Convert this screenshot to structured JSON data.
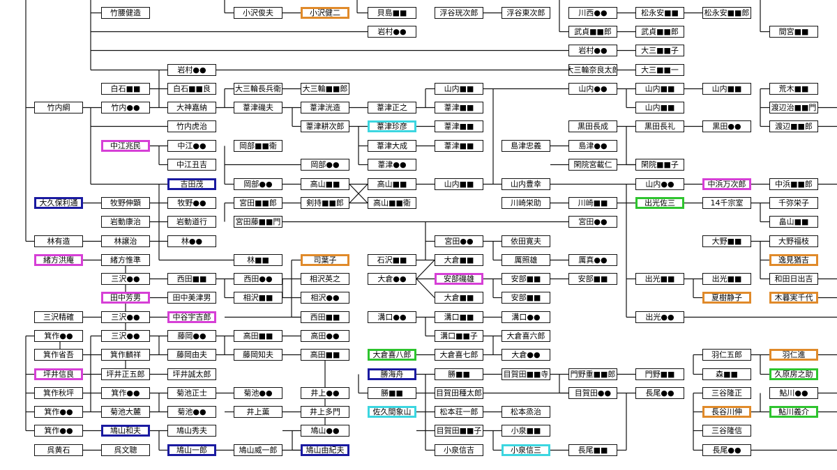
{
  "nodes": [
    {
      "id": "n1",
      "label": "竹腰健造",
      "c": "k"
    },
    {
      "id": "n2",
      "label": "小沢俊夫",
      "c": "k"
    },
    {
      "id": "n3",
      "label": "小沢健二",
      "c": "o"
    },
    {
      "id": "n4",
      "label": "貝島■■",
      "c": "k"
    },
    {
      "id": "n5",
      "label": "浮谷珖次郎",
      "c": "k"
    },
    {
      "id": "n6",
      "label": "浮谷東次郎",
      "c": "k"
    },
    {
      "id": "n7",
      "label": "川西●●",
      "c": "k"
    },
    {
      "id": "n8",
      "label": "松永安■■",
      "c": "k"
    },
    {
      "id": "n9",
      "label": "松永安■■郎",
      "c": "k"
    },
    {
      "id": "n10",
      "label": "岩村●●",
      "c": "k"
    },
    {
      "id": "n11",
      "label": "武貞■■郎",
      "c": "k"
    },
    {
      "id": "n12",
      "label": "武貞■■郎",
      "c": "k"
    },
    {
      "id": "n13",
      "label": "間宮■■",
      "c": "k"
    },
    {
      "id": "n14",
      "label": "岩村●●",
      "c": "k"
    },
    {
      "id": "n15",
      "label": "大三■■子",
      "c": "k"
    },
    {
      "id": "n16",
      "label": "大三輪奈良太郎",
      "c": "k"
    },
    {
      "id": "n17",
      "label": "大三■■一",
      "c": "k"
    },
    {
      "id": "n18",
      "label": "岩村●●",
      "c": "k"
    },
    {
      "id": "n19",
      "label": "白石■■",
      "c": "k"
    },
    {
      "id": "n20",
      "label": "白石■■良",
      "c": "k"
    },
    {
      "id": "n21",
      "label": "大三輪長兵衛",
      "c": "k"
    },
    {
      "id": "n22",
      "label": "大三輪■■郎",
      "c": "k"
    },
    {
      "id": "n23",
      "label": "山内■■",
      "c": "k"
    },
    {
      "id": "n24",
      "label": "山内●●",
      "c": "k"
    },
    {
      "id": "n25",
      "label": "山内■■",
      "c": "k"
    },
    {
      "id": "n26",
      "label": "山内■■",
      "c": "k"
    },
    {
      "id": "n27",
      "label": "荒木■■",
      "c": "k"
    },
    {
      "id": "n28",
      "label": "竹内綱",
      "c": "k"
    },
    {
      "id": "n29",
      "label": "竹内●●",
      "c": "k"
    },
    {
      "id": "n30",
      "label": "大神嘉納",
      "c": "k"
    },
    {
      "id": "n31",
      "label": "葦津磯夫",
      "c": "k"
    },
    {
      "id": "n32",
      "label": "葦津洸造",
      "c": "k"
    },
    {
      "id": "n33",
      "label": "葦津正之",
      "c": "k"
    },
    {
      "id": "n34",
      "label": "葦津■■",
      "c": "k"
    },
    {
      "id": "n35",
      "label": "山内■■",
      "c": "k"
    },
    {
      "id": "n36",
      "label": "渡辺治■■門",
      "c": "k"
    },
    {
      "id": "n37",
      "label": "竹内虎治",
      "c": "k"
    },
    {
      "id": "n38",
      "label": "葦津耕次郎",
      "c": "k"
    },
    {
      "id": "n39",
      "label": "葦津珍彦",
      "c": "c"
    },
    {
      "id": "n40",
      "label": "葦津■■",
      "c": "k"
    },
    {
      "id": "n41",
      "label": "黒田長成",
      "c": "k"
    },
    {
      "id": "n42",
      "label": "黒田長礼",
      "c": "k"
    },
    {
      "id": "n43",
      "label": "黒田●●",
      "c": "k"
    },
    {
      "id": "n44",
      "label": "渡辺■■郎",
      "c": "k"
    },
    {
      "id": "n45",
      "label": "中江兆民",
      "c": "m"
    },
    {
      "id": "n46",
      "label": "中江●●",
      "c": "k"
    },
    {
      "id": "n47",
      "label": "岡部■■衛",
      "c": "k"
    },
    {
      "id": "n48",
      "label": "葦津大成",
      "c": "k"
    },
    {
      "id": "n49",
      "label": "葦津■■",
      "c": "k"
    },
    {
      "id": "n50",
      "label": "島津忠義",
      "c": "k"
    },
    {
      "id": "n51",
      "label": "島津●●",
      "c": "k"
    },
    {
      "id": "n52",
      "label": "中江丑吉",
      "c": "k"
    },
    {
      "id": "n53",
      "label": "岡部●●",
      "c": "k"
    },
    {
      "id": "n54",
      "label": "葦津●●",
      "c": "k"
    },
    {
      "id": "n55",
      "label": "閑院宮載仁",
      "c": "k"
    },
    {
      "id": "n56",
      "label": "閑院■■子",
      "c": "k"
    },
    {
      "id": "n57",
      "label": "吉田茂",
      "c": "n"
    },
    {
      "id": "n58",
      "label": "岡部●●",
      "c": "k"
    },
    {
      "id": "n59",
      "label": "高山■■",
      "c": "k"
    },
    {
      "id": "n60",
      "label": "高山■■",
      "c": "k"
    },
    {
      "id": "n61",
      "label": "山内■■",
      "c": "k"
    },
    {
      "id": "n62",
      "label": "山内豊幸",
      "c": "k"
    },
    {
      "id": "n63",
      "label": "山内●●",
      "c": "k"
    },
    {
      "id": "n64",
      "label": "中浜万次郎",
      "c": "m"
    },
    {
      "id": "n65",
      "label": "中浜■■郎",
      "c": "k"
    },
    {
      "id": "n66",
      "label": "大久保利通",
      "c": "n"
    },
    {
      "id": "n67",
      "label": "牧野伸顕",
      "c": "k"
    },
    {
      "id": "n68",
      "label": "牧野●●",
      "c": "k"
    },
    {
      "id": "n69",
      "label": "宮田■■郎",
      "c": "k"
    },
    {
      "id": "n70",
      "label": "剣持■■郎",
      "c": "k"
    },
    {
      "id": "n71",
      "label": "高山■■衛",
      "c": "k"
    },
    {
      "id": "n72",
      "label": "川崎栄助",
      "c": "k"
    },
    {
      "id": "n73",
      "label": "川崎■■",
      "c": "k"
    },
    {
      "id": "n74",
      "label": "出光佐三",
      "c": "g"
    },
    {
      "id": "n75",
      "label": "14千宗室",
      "c": "k"
    },
    {
      "id": "n76",
      "label": "千弥栄子",
      "c": "k"
    },
    {
      "id": "n77",
      "label": "岩動康治",
      "c": "k"
    },
    {
      "id": "n78",
      "label": "岩動道行",
      "c": "k"
    },
    {
      "id": "n79",
      "label": "宮田藤■■門",
      "c": "k"
    },
    {
      "id": "n80",
      "label": "宮田●●",
      "c": "k"
    },
    {
      "id": "n81",
      "label": "畠山■■",
      "c": "k"
    },
    {
      "id": "n82",
      "label": "林有造",
      "c": "k"
    },
    {
      "id": "n83",
      "label": "林譲治",
      "c": "k"
    },
    {
      "id": "n84",
      "label": "林●●",
      "c": "k"
    },
    {
      "id": "n85",
      "label": "宮田●●",
      "c": "k"
    },
    {
      "id": "n86",
      "label": "依田寛夫",
      "c": "k"
    },
    {
      "id": "n87",
      "label": "大野■■",
      "c": "k"
    },
    {
      "id": "n88",
      "label": "大野福枝",
      "c": "k"
    },
    {
      "id": "n89",
      "label": "緒方洪庵",
      "c": "m"
    },
    {
      "id": "n90",
      "label": "緒方惟準",
      "c": "k"
    },
    {
      "id": "n91",
      "label": "林■■",
      "c": "k"
    },
    {
      "id": "n92",
      "label": "司葉子",
      "c": "o"
    },
    {
      "id": "n93",
      "label": "石沢■■",
      "c": "k"
    },
    {
      "id": "n94",
      "label": "大倉■■",
      "c": "k"
    },
    {
      "id": "n95",
      "label": "厲照雄",
      "c": "k"
    },
    {
      "id": "n96",
      "label": "厲真●●",
      "c": "k"
    },
    {
      "id": "n97",
      "label": "逸見猶吉",
      "c": "o"
    },
    {
      "id": "n98",
      "label": "三沢●●",
      "c": "k"
    },
    {
      "id": "n99",
      "label": "西田■■",
      "c": "k"
    },
    {
      "id": "n100",
      "label": "西田●●",
      "c": "k"
    },
    {
      "id": "n101",
      "label": "相沢英之",
      "c": "k"
    },
    {
      "id": "n102",
      "label": "大倉●●",
      "c": "k"
    },
    {
      "id": "n103",
      "label": "安部磯雄",
      "c": "m"
    },
    {
      "id": "n104",
      "label": "安部■■",
      "c": "k"
    },
    {
      "id": "n105",
      "label": "安部■■",
      "c": "k"
    },
    {
      "id": "n106",
      "label": "出光■■",
      "c": "k"
    },
    {
      "id": "n107",
      "label": "出光■■",
      "c": "k"
    },
    {
      "id": "n108",
      "label": "和田日出吉",
      "c": "k"
    },
    {
      "id": "n109",
      "label": "田中芳男",
      "c": "m"
    },
    {
      "id": "n110",
      "label": "田中美津男",
      "c": "k"
    },
    {
      "id": "n111",
      "label": "相沢■■",
      "c": "k"
    },
    {
      "id": "n112",
      "label": "相沢●●",
      "c": "k"
    },
    {
      "id": "n113",
      "label": "大倉■■",
      "c": "k"
    },
    {
      "id": "n114",
      "label": "安部■■",
      "c": "k"
    },
    {
      "id": "n115",
      "label": "夏樹静子",
      "c": "o"
    },
    {
      "id": "n116",
      "label": "木暮実千代",
      "c": "o"
    },
    {
      "id": "n117",
      "label": "三沢精確",
      "c": "k"
    },
    {
      "id": "n118",
      "label": "三沢●●",
      "c": "k"
    },
    {
      "id": "n119",
      "label": "中谷宇吉郎",
      "c": "m"
    },
    {
      "id": "n120",
      "label": "西田■■",
      "c": "k"
    },
    {
      "id": "n121",
      "label": "溝口●●",
      "c": "k"
    },
    {
      "id": "n122",
      "label": "溝口■■",
      "c": "k"
    },
    {
      "id": "n123",
      "label": "溝口●●",
      "c": "k"
    },
    {
      "id": "n124",
      "label": "出光●●",
      "c": "k"
    },
    {
      "id": "n125",
      "label": "箕作●●",
      "c": "k"
    },
    {
      "id": "n126",
      "label": "三沢●●",
      "c": "k"
    },
    {
      "id": "n127",
      "label": "藤岡●●",
      "c": "k"
    },
    {
      "id": "n128",
      "label": "高田■■",
      "c": "k"
    },
    {
      "id": "n129",
      "label": "高田●●",
      "c": "k"
    },
    {
      "id": "n130",
      "label": "溝口■■子",
      "c": "k"
    },
    {
      "id": "n131",
      "label": "大倉喜六郎",
      "c": "k"
    },
    {
      "id": "n132",
      "label": "箕作省吾",
      "c": "k"
    },
    {
      "id": "n133",
      "label": "箕作麟祥",
      "c": "k"
    },
    {
      "id": "n134",
      "label": "藤岡由夫",
      "c": "k"
    },
    {
      "id": "n135",
      "label": "藤岡知夫",
      "c": "k"
    },
    {
      "id": "n136",
      "label": "高田■■",
      "c": "k"
    },
    {
      "id": "n137",
      "label": "大倉喜八郎",
      "c": "g"
    },
    {
      "id": "n138",
      "label": "大倉喜七郎",
      "c": "k"
    },
    {
      "id": "n139",
      "label": "大倉●●",
      "c": "k"
    },
    {
      "id": "n140",
      "label": "羽仁五郎",
      "c": "k"
    },
    {
      "id": "n141",
      "label": "羽仁進",
      "c": "o"
    },
    {
      "id": "n142",
      "label": "坪井信良",
      "c": "m"
    },
    {
      "id": "n143",
      "label": "坪井正五郎",
      "c": "k"
    },
    {
      "id": "n144",
      "label": "坪井誠太郎",
      "c": "k"
    },
    {
      "id": "n145",
      "label": "勝海舟",
      "c": "n"
    },
    {
      "id": "n146",
      "label": "勝■■",
      "c": "k"
    },
    {
      "id": "n147",
      "label": "目賀田■■寺",
      "c": "k"
    },
    {
      "id": "n148",
      "label": "門野重■■郎",
      "c": "k"
    },
    {
      "id": "n149",
      "label": "門野■■",
      "c": "k"
    },
    {
      "id": "n150",
      "label": "森■■",
      "c": "k"
    },
    {
      "id": "n151",
      "label": "久原房之助",
      "c": "g"
    },
    {
      "id": "n152",
      "label": "箕作秋坪",
      "c": "k"
    },
    {
      "id": "n153",
      "label": "箕作●●",
      "c": "k"
    },
    {
      "id": "n154",
      "label": "菊池正士",
      "c": "k"
    },
    {
      "id": "n155",
      "label": "菊池●●",
      "c": "k"
    },
    {
      "id": "n156",
      "label": "井上●●",
      "c": "k"
    },
    {
      "id": "n157",
      "label": "勝■■",
      "c": "k"
    },
    {
      "id": "n158",
      "label": "目賀田種太郎",
      "c": "k"
    },
    {
      "id": "n159",
      "label": "目賀田●●",
      "c": "k"
    },
    {
      "id": "n160",
      "label": "長尾●●",
      "c": "k"
    },
    {
      "id": "n161",
      "label": "三谷隆正",
      "c": "k"
    },
    {
      "id": "n162",
      "label": "鮎川●●",
      "c": "k"
    },
    {
      "id": "n163",
      "label": "箕作●●",
      "c": "k"
    },
    {
      "id": "n164",
      "label": "菊池大麓",
      "c": "k"
    },
    {
      "id": "n165",
      "label": "菊池●●",
      "c": "k"
    },
    {
      "id": "n166",
      "label": "井上薫",
      "c": "k"
    },
    {
      "id": "n167",
      "label": "井上多門",
      "c": "k"
    },
    {
      "id": "n168",
      "label": "佐久間象山",
      "c": "c"
    },
    {
      "id": "n169",
      "label": "松本荘一郎",
      "c": "k"
    },
    {
      "id": "n170",
      "label": "松本烝治",
      "c": "k"
    },
    {
      "id": "n171",
      "label": "長谷川伸",
      "c": "o"
    },
    {
      "id": "n172",
      "label": "鮎川義介",
      "c": "g"
    },
    {
      "id": "n173",
      "label": "箕作●●",
      "c": "k"
    },
    {
      "id": "n174",
      "label": "鳩山和夫",
      "c": "n"
    },
    {
      "id": "n175",
      "label": "鳩山秀夫",
      "c": "k"
    },
    {
      "id": "n176",
      "label": "鳩山●●",
      "c": "k"
    },
    {
      "id": "n177",
      "label": "目賀田■■子",
      "c": "k"
    },
    {
      "id": "n178",
      "label": "小泉■■",
      "c": "k"
    },
    {
      "id": "n179",
      "label": "三谷隆信",
      "c": "k"
    },
    {
      "id": "n180",
      "label": "呉黄石",
      "c": "k"
    },
    {
      "id": "n181",
      "label": "呉文聰",
      "c": "k"
    },
    {
      "id": "n182",
      "label": "鳩山一郎",
      "c": "n"
    },
    {
      "id": "n183",
      "label": "鳩山威一郎",
      "c": "k"
    },
    {
      "id": "n184",
      "label": "鳩山由紀夫",
      "c": "n"
    },
    {
      "id": "n185",
      "label": "小泉信吉",
      "c": "k"
    },
    {
      "id": "n186",
      "label": "小泉信三",
      "c": "c"
    },
    {
      "id": "n187",
      "label": "長尾■■",
      "c": "k"
    },
    {
      "id": "n188",
      "label": "長尾●●",
      "c": "k"
    }
  ],
  "colors": {
    "k": "#111111",
    "m": "#d63fd6",
    "o": "#e08a2a",
    "n": "#1a1aa0",
    "c": "#3cd6e0",
    "g": "#2ec42e",
    "line": "#111111"
  }
}
